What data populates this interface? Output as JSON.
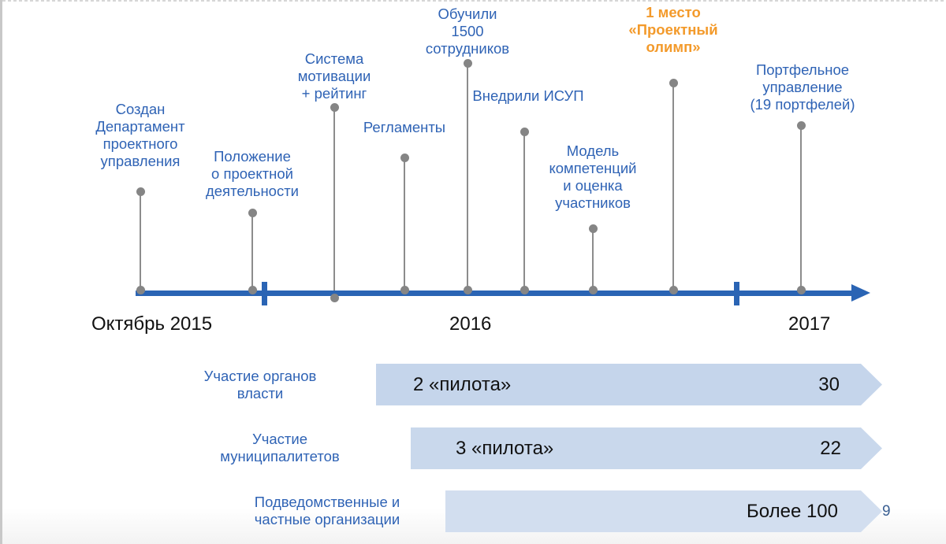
{
  "timeline": {
    "axis_color": "#2A64B4",
    "stem_color": "#8C8C8C",
    "years": [
      {
        "label": "Октябрь 2015"
      },
      {
        "label": "2016"
      },
      {
        "label": "2017"
      }
    ],
    "events": [
      {
        "text": "Создан\nДепартамент\nпроектного\nуправления",
        "highlight": false
      },
      {
        "text": "Положение\nо проектной\nдеятельности",
        "highlight": false
      },
      {
        "text": "Система\nмотивации\n+ рейтинг",
        "highlight": false
      },
      {
        "text": "Регламенты",
        "highlight": false
      },
      {
        "text": "Обучили\n1500\nсотрудников",
        "highlight": false
      },
      {
        "text": "Внедрили ИСУП",
        "highlight": false
      },
      {
        "text": "Модель\nкомпетенций\nи оценка\nучастников",
        "highlight": false
      },
      {
        "text": "1 место\n«Проектный\nолимп»",
        "highlight": true,
        "color": "#F39A2B"
      },
      {
        "text": "Портфельное\nуправление\n(19 портфелей)",
        "highlight": false
      }
    ]
  },
  "participation": {
    "bar_color": "#C5D5EB",
    "rows": [
      {
        "label": "Участие органов\nвласти",
        "start": "2 «пилота»",
        "end": "30"
      },
      {
        "label": "Участие\nмуниципалитетов",
        "start": "3 «пилота»",
        "end": "22"
      },
      {
        "label": "Подведомственные и\nчастные организации",
        "start": "",
        "end": "Более 100"
      }
    ]
  },
  "page_number": "9"
}
